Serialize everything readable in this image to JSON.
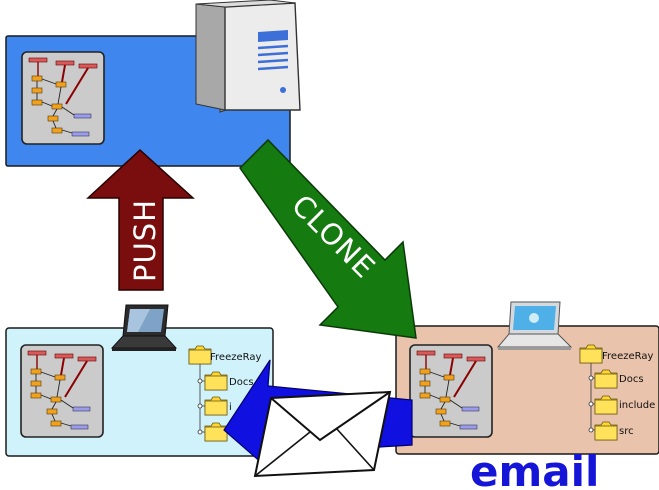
{
  "labels": {
    "push": "PUSH",
    "clone": "CLONE",
    "email": "email"
  },
  "left_tree": {
    "root": "FreezeRay",
    "children": [
      "Docs",
      "i",
      ""
    ]
  },
  "right_tree": {
    "root": "FreezeRay",
    "children": [
      "Docs",
      "include",
      "src"
    ]
  },
  "colors": {
    "server_box": "#3f86ee",
    "left_box": "#d0f2fb",
    "right_box": "#e9c3ab",
    "push_arrow": "#7a0d0d",
    "clone_arrow": "#157a0f",
    "email_arrow": "#1010e0",
    "email_text": "#1515d8",
    "folder": "#ffd531"
  },
  "icons": [
    "server-icon",
    "laptop-icon",
    "macbook-icon",
    "envelope-icon",
    "folder-icon",
    "commit-graph-icon"
  ]
}
